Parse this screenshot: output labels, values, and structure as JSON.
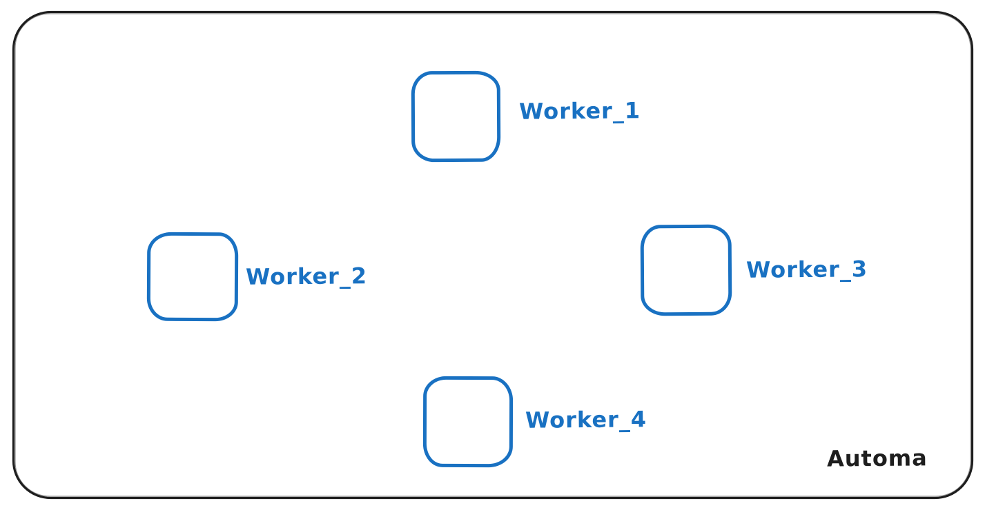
{
  "diagram": {
    "watermark": "Automa",
    "workers": [
      {
        "label": "Worker_1"
      },
      {
        "label": "Worker_2"
      },
      {
        "label": "Worker_3"
      },
      {
        "label": "Worker_4"
      }
    ],
    "colors": {
      "node_stroke": "#1971c2",
      "frame_stroke": "#1e1e1e",
      "background": "#ffffff"
    }
  }
}
